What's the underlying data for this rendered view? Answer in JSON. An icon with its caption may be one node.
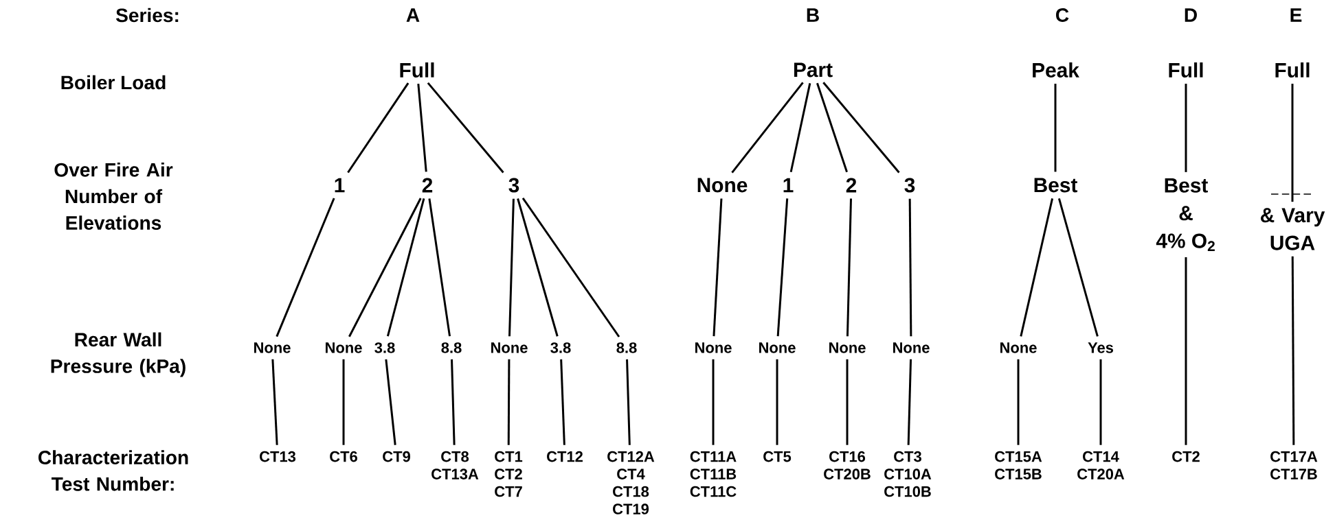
{
  "diagram": {
    "nodes": [
      {
        "text": [
          "Full"
        ]
      },
      {
        "text": [
          "1"
        ]
      },
      {
        "text": [
          "2"
        ]
      },
      {
        "text": [
          "3"
        ]
      },
      {
        "text": [
          "None"
        ]
      },
      {
        "text": [
          "None"
        ]
      },
      {
        "text": [
          "3.8"
        ]
      },
      {
        "text": [
          "8.8"
        ]
      },
      {
        "text": [
          "None"
        ]
      },
      {
        "text": [
          "3.8"
        ]
      },
      {
        "text": [
          "8.8"
        ]
      },
      {
        "text": [
          "CT13"
        ]
      },
      {
        "text": [
          "CT6"
        ]
      },
      {
        "text": [
          "CT9"
        ]
      },
      {
        "text": [
          "CT8",
          "CT13A"
        ]
      },
      {
        "text": [
          "CT1",
          "CT2",
          "CT7"
        ]
      },
      {
        "text": [
          "CT12"
        ]
      },
      {
        "text": [
          "CT12A",
          "CT4",
          "CT18",
          "CT19"
        ]
      },
      {
        "text": [
          "Part"
        ]
      },
      {
        "text": [
          "None"
        ]
      },
      {
        "text": [
          "1"
        ]
      },
      {
        "text": [
          "2"
        ]
      },
      {
        "text": [
          "3"
        ]
      },
      {
        "text": [
          "None"
        ]
      },
      {
        "text": [
          "None"
        ]
      },
      {
        "text": [
          "None"
        ]
      },
      {
        "text": [
          "None"
        ]
      },
      {
        "text": [
          "CT11A",
          "CT11B",
          "CT11C"
        ]
      },
      {
        "text": [
          "CT5"
        ]
      },
      {
        "text": [
          "CT16",
          "CT20B"
        ]
      },
      {
        "text": [
          "CT3",
          "CT10A",
          "CT10B"
        ]
      },
      {
        "text": [
          "Peak"
        ]
      },
      {
        "text": [
          "Best"
        ]
      },
      {
        "text": [
          "None"
        ]
      },
      {
        "text": [
          "Yes"
        ]
      },
      {
        "text": [
          "CT15A",
          "CT15B"
        ]
      },
      {
        "text": [
          "CT14",
          "CT20A"
        ]
      },
      {
        "text": [
          "Full"
        ]
      },
      {
        "text": [
          "Best",
          "&",
          "4% O$_{2}$"
        ]
      },
      {
        "text": [
          "CT2"
        ]
      },
      {
        "text": [
          "Full"
        ]
      },
      {
        "text": [
          "& Vary UGA"
        ]
      },
      {
        "text": [
          "CT17A",
          "CT17B"
        ]
      }
    ],
    "edges": [
      {
        "from": 0,
        "to": 1,
        "arrow": "none"
      },
      {
        "from": 0,
        "to": 2,
        "arrow": "none"
      },
      {
        "from": 0,
        "to": 3,
        "arrow": "none"
      },
      {
        "from": 1,
        "to": 4,
        "arrow": "none"
      },
      {
        "from": 2,
        "to": 5,
        "arrow": "none"
      },
      {
        "from": 2,
        "to": 6,
        "arrow": "none"
      },
      {
        "from": 2,
        "to": 7,
        "arrow": "none"
      },
      {
        "from": 3,
        "to": 8,
        "arrow": "none"
      },
      {
        "from": 3,
        "to": 9,
        "arrow": "none"
      },
      {
        "from": 3,
        "to": 10,
        "arrow": "none"
      },
      {
        "from": 4,
        "to": 11,
        "arrow": "none"
      },
      {
        "from": 5,
        "to": 12,
        "arrow": "none"
      },
      {
        "from": 6,
        "to": 13,
        "arrow": "none"
      },
      {
        "from": 7,
        "to": 14,
        "arrow": "none"
      },
      {
        "from": 8,
        "to": 15,
        "arrow": "none"
      },
      {
        "from": 9,
        "to": 16,
        "arrow": "none"
      },
      {
        "from": 10,
        "to": 17,
        "arrow": "none"
      },
      {
        "from": 18,
        "to": 19,
        "arrow": "none"
      },
      {
        "from": 18,
        "to": 20,
        "arrow": "none"
      },
      {
        "from": 18,
        "to": 21,
        "arrow": "none"
      },
      {
        "from": 18,
        "to": 22,
        "arrow": "none"
      },
      {
        "from": 19,
        "to": 23,
        "arrow": "none"
      },
      {
        "from": 20,
        "to": 24,
        "arrow": "none"
      },
      {
        "from": 21,
        "to": 25,
        "arrow": "none"
      },
      {
        "from": 22,
        "to": 26,
        "arrow": "none"
      },
      {
        "from": 23,
        "to": 27,
        "arrow": "none"
      },
      {
        "from": 24,
        "to": 28,
        "arrow": "none"
      },
      {
        "from": 25,
        "to": 29,
        "arrow": "none"
      },
      {
        "from": 26,
        "to": 30,
        "arrow": "none"
      },
      {
        "from": 31,
        "to": 32,
        "arrow": "none"
      },
      {
        "from": 32,
        "to": 33,
        "arrow": "none"
      },
      {
        "from": 32,
        "to": 34,
        "arrow": "none"
      },
      {
        "from": 33,
        "to": 35,
        "arrow": "none"
      },
      {
        "from": 34,
        "to": 36,
        "arrow": "none"
      },
      {
        "from": 37,
        "to": 38,
        "arrow": "none"
      },
      {
        "from": 38,
        "to": 39,
        "arrow": "none"
      },
      {
        "from": 40,
        "to": 41,
        "arrow": "none"
      },
      {
        "from": 41,
        "to": 42,
        "arrow": "none"
      }
    ],
    "labels": [
      "Series:",
      "A",
      "B",
      "C",
      "D",
      "E",
      "Boiler Load",
      "Over Fire Air Number of Elevations",
      "Rear Wall Pressure (kPa)",
      "Characterization Test Number:"
    ]
  }
}
